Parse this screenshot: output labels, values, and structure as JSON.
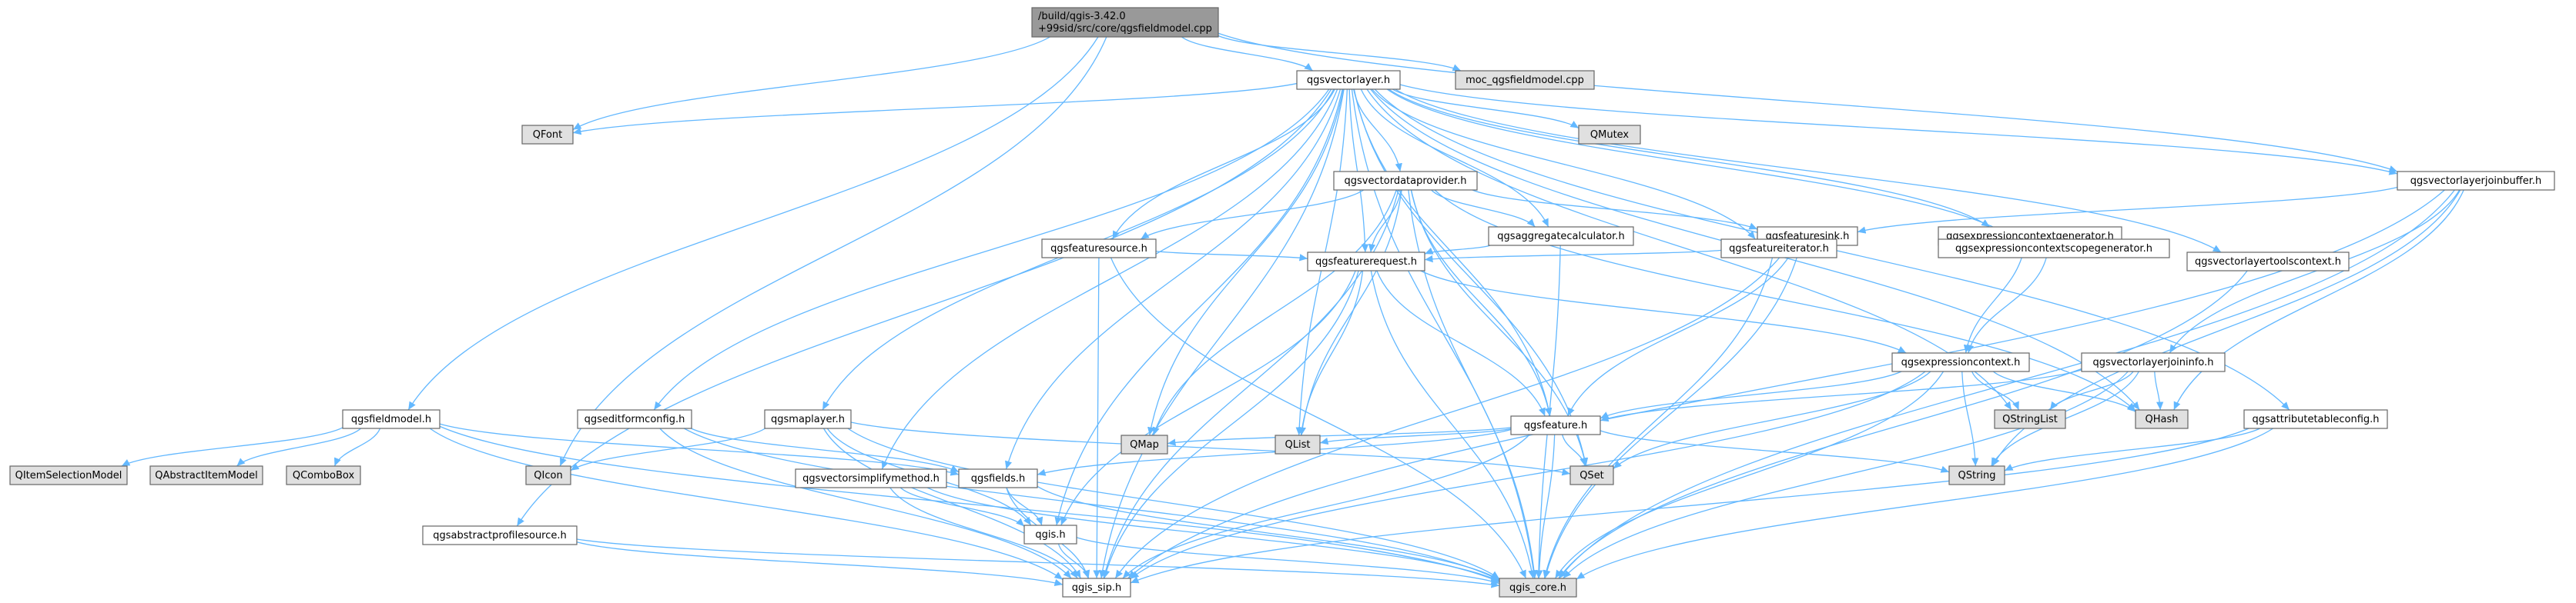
{
  "colors": {
    "root_fill": "#999999",
    "link_fill": "#ffffff",
    "external_fill": "#e0e0e0",
    "edge": "#63b8ff",
    "incomplete_border": "#ff0000",
    "border": "#666666"
  },
  "nodes": [
    {
      "id": "qgsfieldmodel_cpp",
      "lines": [
        "/build/qgis-3.42.0",
        "+99sid/src/core/qgsfieldmodel.cpp"
      ],
      "kind": "root"
    },
    {
      "id": "qgsvectorlayer_h",
      "lines": [
        "qgsvectorlayer.h"
      ],
      "kind": "link"
    },
    {
      "id": "moc_qgsfieldmodel_cpp",
      "lines": [
        "moc_qgsfieldmodel.cpp"
      ],
      "kind": "external"
    },
    {
      "id": "qgsfieldmodel_h",
      "lines": [
        "qgsfieldmodel.h"
      ],
      "kind": "link"
    },
    {
      "id": "QFont",
      "lines": [
        "QFont"
      ],
      "kind": "external"
    },
    {
      "id": "QMutex",
      "lines": [
        "QMutex"
      ],
      "kind": "external"
    },
    {
      "id": "qgsvectordataprovider_h",
      "lines": [
        "qgsvectordataprovider.h"
      ],
      "kind": "incomplete"
    },
    {
      "id": "qgsvectorlayerjoinbuffer_h",
      "lines": [
        "qgsvectorlayerjoinbuffer.h"
      ],
      "kind": "link"
    },
    {
      "id": "qgsaggregatecalculator_h",
      "lines": [
        "qgsaggregatecalculator.h"
      ],
      "kind": "incomplete"
    },
    {
      "id": "qgsfeaturesink_h",
      "lines": [
        "qgsfeaturesink.h"
      ],
      "kind": "link"
    },
    {
      "id": "qgsexpressioncontextgenerator_h",
      "lines": [
        "qgsexpressioncontextgenerator.h"
      ],
      "kind": "link"
    },
    {
      "id": "qgsfeaturesource_h",
      "lines": [
        "qgsfeaturesource.h"
      ],
      "kind": "link"
    },
    {
      "id": "qgsfeatureiterator_h",
      "lines": [
        "qgsfeatureiterator.h"
      ],
      "kind": "incomplete"
    },
    {
      "id": "qgsexpressioncontextscopegenerator_h",
      "lines": [
        "qgsexpressioncontextscopegenerator.h"
      ],
      "kind": "link"
    },
    {
      "id": "qgsvectorlayertoolscontext_h",
      "lines": [
        "qgsvectorlayertoolscontext.h"
      ],
      "kind": "incomplete"
    },
    {
      "id": "qgsfeaturerequest_h",
      "lines": [
        "qgsfeaturerequest.h"
      ],
      "kind": "incomplete"
    },
    {
      "id": "qgsexpressioncontext_h",
      "lines": [
        "qgsexpressioncontext.h"
      ],
      "kind": "incomplete"
    },
    {
      "id": "qgsvectorlayerjoininfo_h",
      "lines": [
        "qgsvectorlayerjoininfo.h"
      ],
      "kind": "incomplete"
    },
    {
      "id": "qgseditformconfig_h",
      "lines": [
        "qgseditformconfig.h"
      ],
      "kind": "incomplete"
    },
    {
      "id": "qgsmaplayer_h",
      "lines": [
        "qgsmaplayer.h"
      ],
      "kind": "incomplete"
    },
    {
      "id": "qgsfeature_h",
      "lines": [
        "qgsfeature.h"
      ],
      "kind": "incomplete"
    },
    {
      "id": "qgsattributetableconfig_h",
      "lines": [
        "qgsattributetableconfig.h"
      ],
      "kind": "incomplete"
    },
    {
      "id": "QStringList",
      "lines": [
        "QStringList"
      ],
      "kind": "external"
    },
    {
      "id": "QHash",
      "lines": [
        "QHash"
      ],
      "kind": "external"
    },
    {
      "id": "QItemSelectionModel",
      "lines": [
        "QItemSelectionModel"
      ],
      "kind": "external"
    },
    {
      "id": "QAbstractItemModel",
      "lines": [
        "QAbstractItemModel"
      ],
      "kind": "external"
    },
    {
      "id": "QComboBox",
      "lines": [
        "QComboBox"
      ],
      "kind": "external"
    },
    {
      "id": "QIcon",
      "lines": [
        "QIcon"
      ],
      "kind": "external"
    },
    {
      "id": "QMap",
      "lines": [
        "QMap"
      ],
      "kind": "external"
    },
    {
      "id": "QList",
      "lines": [
        "QList"
      ],
      "kind": "external"
    },
    {
      "id": "QSet",
      "lines": [
        "QSet"
      ],
      "kind": "external"
    },
    {
      "id": "QString",
      "lines": [
        "QString"
      ],
      "kind": "external"
    },
    {
      "id": "qgsvectorsimplifymethod_h",
      "lines": [
        "qgsvectorsimplifymethod.h"
      ],
      "kind": "incomplete"
    },
    {
      "id": "qgsfields_h",
      "lines": [
        "qgsfields.h"
      ],
      "kind": "incomplete"
    },
    {
      "id": "qgsabstractprofilesource_h",
      "lines": [
        "qgsabstractprofilesource.h"
      ],
      "kind": "link"
    },
    {
      "id": "qgis_h",
      "lines": [
        "qgis.h"
      ],
      "kind": "incomplete"
    },
    {
      "id": "qgis_sip_h",
      "lines": [
        "qgis_sip.h"
      ],
      "kind": "link"
    },
    {
      "id": "qgis_core_h",
      "lines": [
        "qgis_core.h"
      ],
      "kind": "external"
    }
  ],
  "edges": [
    [
      "qgsfieldmodel_cpp",
      "qgsvectorlayer_h"
    ],
    [
      "qgsfieldmodel_cpp",
      "moc_qgsfieldmodel_cpp"
    ],
    [
      "qgsfieldmodel_cpp",
      "qgsfieldmodel_h"
    ],
    [
      "qgsfieldmodel_cpp",
      "QFont"
    ],
    [
      "qgsfieldmodel_cpp",
      "QIcon"
    ],
    [
      "qgsfieldmodel_cpp",
      "qgsvectorlayerjoinbuffer_h"
    ],
    [
      "qgsvectorlayer_h",
      "QFont"
    ],
    [
      "qgsvectorlayer_h",
      "QMutex"
    ],
    [
      "qgsvectorlayer_h",
      "qgsvectordataprovider_h"
    ],
    [
      "qgsvectorlayer_h",
      "qgsvectorlayerjoinbuffer_h"
    ],
    [
      "qgsvectorlayer_h",
      "qgsaggregatecalculator_h"
    ],
    [
      "qgsvectorlayer_h",
      "qgsexpressioncontextgenerator_h"
    ],
    [
      "qgsvectorlayer_h",
      "qgsfeaturesource_h"
    ],
    [
      "qgsvectorlayer_h",
      "qgsfeatureiterator_h"
    ],
    [
      "qgsvectorlayer_h",
      "qgsexpressioncontextscopegenerator_h"
    ],
    [
      "qgsvectorlayer_h",
      "qgsvectorlayertoolscontext_h"
    ],
    [
      "qgsvectorlayer_h",
      "qgsfeaturerequest_h"
    ],
    [
      "qgsvectorlayer_h",
      "qgseditformconfig_h"
    ],
    [
      "qgsvectorlayer_h",
      "qgsmaplayer_h"
    ],
    [
      "qgsvectorlayer_h",
      "qgsfeature_h"
    ],
    [
      "qgsvectorlayer_h",
      "qgsattributetableconfig_h"
    ],
    [
      "qgsvectorlayer_h",
      "qgsfields_h"
    ],
    [
      "qgsvectorlayer_h",
      "qgsvectorsimplifymethod_h"
    ],
    [
      "qgsvectorlayer_h",
      "qgsabstractprofilesource_h"
    ],
    [
      "qgsvectorlayer_h",
      "qgis_h"
    ],
    [
      "qgsvectorlayer_h",
      "QMap"
    ],
    [
      "qgsvectorlayer_h",
      "QList"
    ],
    [
      "qgsvectorlayer_h",
      "QSet"
    ],
    [
      "qgsvectorlayer_h",
      "QStringList"
    ],
    [
      "qgsvectorlayer_h",
      "QHash"
    ],
    [
      "qgsvectorlayer_h",
      "qgis_core_h"
    ],
    [
      "qgsvectorlayer_h",
      "qgis_sip_h"
    ],
    [
      "qgsvectordataprovider_h",
      "qgsaggregatecalculator_h"
    ],
    [
      "qgsvectordataprovider_h",
      "qgsfeaturesink_h"
    ],
    [
      "qgsvectordataprovider_h",
      "qgsfeaturesource_h"
    ],
    [
      "qgsvectordataprovider_h",
      "qgsfeaturerequest_h"
    ],
    [
      "qgsvectordataprovider_h",
      "qgsfeature_h"
    ],
    [
      "qgsvectordataprovider_h",
      "QMap"
    ],
    [
      "qgsvectordataprovider_h",
      "QList"
    ],
    [
      "qgsvectordataprovider_h",
      "QSet"
    ],
    [
      "qgsvectordataprovider_h",
      "QHash"
    ],
    [
      "qgsvectordataprovider_h",
      "qgis_core_h"
    ],
    [
      "qgsvectordataprovider_h",
      "qgis_sip_h"
    ],
    [
      "qgsvectorlayerjoinbuffer_h",
      "qgsfeaturesink_h"
    ],
    [
      "qgsvectorlayerjoinbuffer_h",
      "qgsvectorlayerjoininfo_h"
    ],
    [
      "qgsvectorlayerjoinbuffer_h",
      "QHash"
    ],
    [
      "qgsvectorlayerjoinbuffer_h",
      "QString"
    ],
    [
      "qgsvectorlayerjoinbuffer_h",
      "qgis_core_h"
    ],
    [
      "qgsvectorlayerjoinbuffer_h",
      "qgis_sip_h"
    ],
    [
      "qgsaggregatecalculator_h",
      "qgsfeaturerequest_h"
    ],
    [
      "qgsaggregatecalculator_h",
      "qgis_core_h"
    ],
    [
      "qgsfeaturesink_h",
      "qgsfeatureiterator_h"
    ],
    [
      "qgsfeaturesink_h",
      "qgsfeature_h"
    ],
    [
      "qgsfeaturesink_h",
      "qgis_core_h"
    ],
    [
      "qgsfeaturesink_h",
      "qgis_sip_h"
    ],
    [
      "qgsexpressioncontextgenerator_h",
      "qgsexpressioncontext_h"
    ],
    [
      "qgsexpressioncontextscopegenerator_h",
      "qgsexpressioncontext_h"
    ],
    [
      "qgsfeaturesource_h",
      "qgsfeaturerequest_h"
    ],
    [
      "qgsfeaturesource_h",
      "qgis_core_h"
    ],
    [
      "qgsfeaturesource_h",
      "qgis_sip_h"
    ],
    [
      "qgsfeatureiterator_h",
      "qgsfeaturerequest_h"
    ],
    [
      "qgsfeatureiterator_h",
      "qgis_core_h"
    ],
    [
      "qgsvectorlayertoolscontext_h",
      "qgis_core_h"
    ],
    [
      "qgsfeaturerequest_h",
      "qgsexpressioncontext_h"
    ],
    [
      "qgsfeaturerequest_h",
      "qgsfeature_h"
    ],
    [
      "qgsfeaturerequest_h",
      "QList"
    ],
    [
      "qgsfeaturerequest_h",
      "qgis_h"
    ],
    [
      "qgsfeaturerequest_h",
      "qgis_core_h"
    ],
    [
      "qgsfeaturerequest_h",
      "qgis_sip_h"
    ],
    [
      "qgsexpressioncontext_h",
      "qgsfeature_h"
    ],
    [
      "qgsexpressioncontext_h",
      "QStringList"
    ],
    [
      "qgsexpressioncontext_h",
      "QHash"
    ],
    [
      "qgsexpressioncontext_h",
      "QSet"
    ],
    [
      "qgsexpressioncontext_h",
      "QString"
    ],
    [
      "qgsexpressioncontext_h",
      "qgis_core_h"
    ],
    [
      "qgsexpressioncontext_h",
      "qgis_sip_h"
    ],
    [
      "qgsvectorlayerjoininfo_h",
      "qgsfeature_h"
    ],
    [
      "qgsvectorlayerjoininfo_h",
      "QStringList"
    ],
    [
      "qgsvectorlayerjoininfo_h",
      "QHash"
    ],
    [
      "qgsvectorlayerjoininfo_h",
      "QString"
    ],
    [
      "qgsvectorlayerjoininfo_h",
      "qgis_core_h"
    ],
    [
      "qgseditformconfig_h",
      "qgsfields_h"
    ],
    [
      "qgseditformconfig_h",
      "qgis_core_h"
    ],
    [
      "qgseditformconfig_h",
      "qgis_sip_h"
    ],
    [
      "qgsmaplayer_h",
      "QIcon"
    ],
    [
      "qgsmaplayer_h",
      "QSet"
    ],
    [
      "qgsmaplayer_h",
      "qgis_h"
    ],
    [
      "qgsmaplayer_h",
      "qgis_core_h"
    ],
    [
      "qgsmaplayer_h",
      "qgis_sip_h"
    ],
    [
      "qgsfeature_h",
      "QMap"
    ],
    [
      "qgsfeature_h",
      "QList"
    ],
    [
      "qgsfeature_h",
      "QSet"
    ],
    [
      "qgsfeature_h",
      "QString"
    ],
    [
      "qgsfeature_h",
      "qgsfields_h"
    ],
    [
      "qgsfeature_h",
      "qgis_core_h"
    ],
    [
      "qgsfeature_h",
      "qgis_sip_h"
    ],
    [
      "qgsattributetableconfig_h",
      "QString"
    ],
    [
      "qgsattributetableconfig_h",
      "qgis_core_h"
    ],
    [
      "qgsattributetableconfig_h",
      "qgis_sip_h"
    ],
    [
      "qgsfieldmodel_h",
      "QItemSelectionModel"
    ],
    [
      "qgsfieldmodel_h",
      "QAbstractItemModel"
    ],
    [
      "qgsfieldmodel_h",
      "QComboBox"
    ],
    [
      "qgsfieldmodel_h",
      "qgsfields_h"
    ],
    [
      "qgsfieldmodel_h",
      "qgis_core_h"
    ],
    [
      "qgsfieldmodel_h",
      "qgis_sip_h"
    ],
    [
      "qgsvectorsimplifymethod_h",
      "qgis_h"
    ],
    [
      "qgsvectorsimplifymethod_h",
      "qgis_core_h"
    ],
    [
      "qgsvectorsimplifymethod_h",
      "qgis_sip_h"
    ],
    [
      "qgsfields_h",
      "qgis_h"
    ],
    [
      "qgsfields_h",
      "qgis_core_h"
    ],
    [
      "qgsfields_h",
      "qgis_sip_h"
    ],
    [
      "qgsabstractprofilesource_h",
      "qgis_core_h"
    ],
    [
      "qgsabstractprofilesource_h",
      "qgis_sip_h"
    ],
    [
      "qgis_h",
      "qgis_core_h"
    ],
    [
      "qgis_h",
      "qgis_sip_h"
    ]
  ]
}
